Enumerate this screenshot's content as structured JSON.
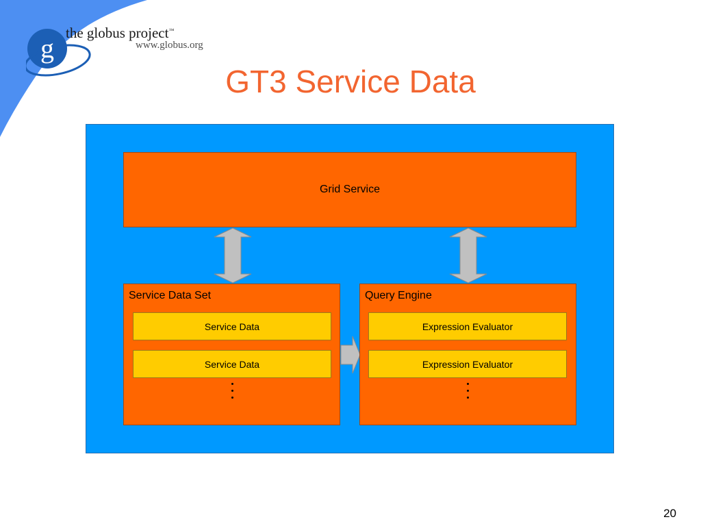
{
  "header": {
    "logo_title": "the globus project",
    "logo_trademark": "™",
    "logo_url": "www.globus.org"
  },
  "slide": {
    "title": "GT3 Service Data",
    "page_number": "20"
  },
  "diagram": {
    "grid_service": "Grid Service",
    "service_data_set": {
      "label": "Service Data Set",
      "items": [
        "Service Data",
        "Service Data"
      ]
    },
    "query_engine": {
      "label": "Query Engine",
      "items": [
        "Expression Evaluator",
        "Expression Evaluator"
      ]
    }
  },
  "colors": {
    "title": "#f26530",
    "diagram_background": "#0099ff",
    "box_orange": "#ff6600",
    "box_yellow": "#ffcc00",
    "arrow_fill": "#c0c0c0",
    "swoosh": "#4d8ff2"
  }
}
